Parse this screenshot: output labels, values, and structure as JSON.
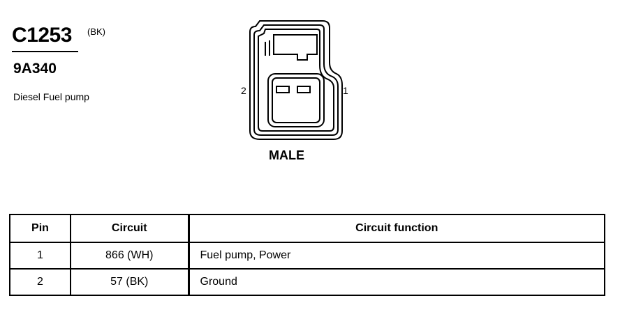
{
  "connector": {
    "id": "C1253",
    "color": "(BK)",
    "part_number": "9A340",
    "description": "Diesel Fuel pump",
    "gender": "MALE",
    "pin_labels": {
      "left": "2",
      "right": "1"
    }
  },
  "table": {
    "headers": [
      "Pin",
      "Circuit",
      "Circuit function"
    ],
    "rows": [
      {
        "pin": "1",
        "circuit": "866 (WH)",
        "function": "Fuel pump, Power"
      },
      {
        "pin": "2",
        "circuit": "57 (BK)",
        "function": "Ground"
      }
    ]
  }
}
